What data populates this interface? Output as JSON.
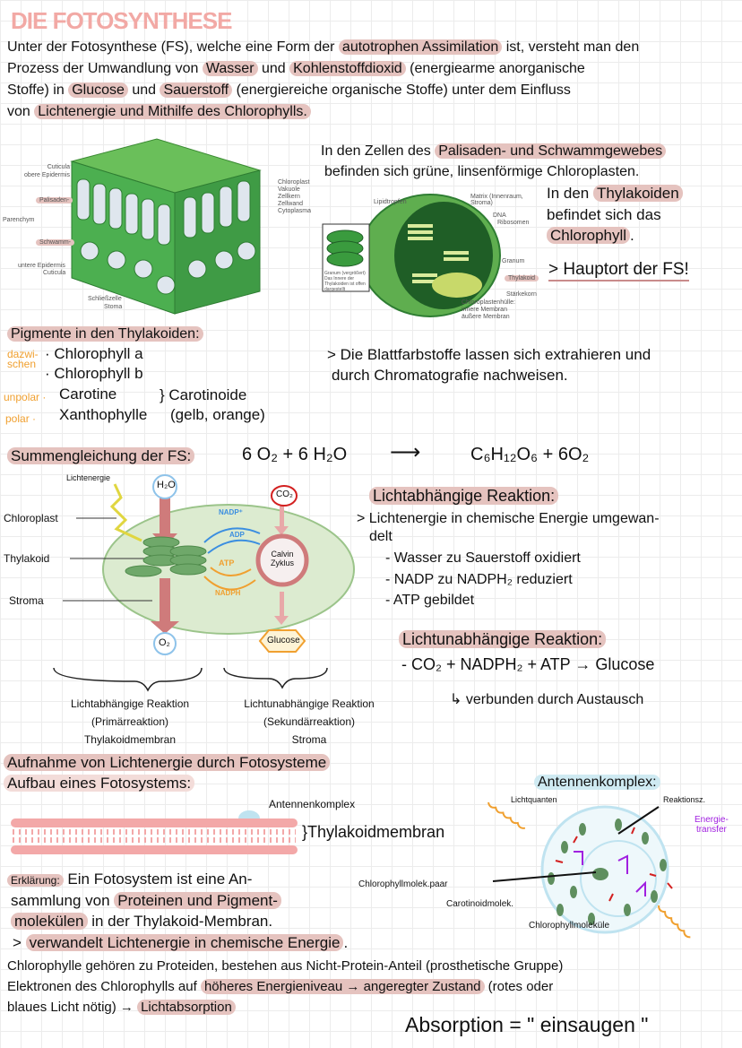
{
  "title": "DIE FOTOSYNTHESE",
  "intro": {
    "l1a": "Unter der Fotosynthese (FS), welche eine Form der ",
    "l1h": "autotrophen Assimilation",
    "l1b": " ist, versteht man den",
    "l2a": "Prozess der Umwandlung von ",
    "l2h1": "Wasser",
    "l2b": " und ",
    "l2h2": "Kohlenstoffdioxid",
    "l2c": " (energiearme anorganische",
    "l3a": "Stoffe) in ",
    "l3h1": "Glucose",
    "l3b": " und ",
    "l3h2": "Sauerstoff",
    "l3c": " (energiereiche organische Stoffe) unter dem Einfluss",
    "l4a": "von ",
    "l4h": "Lichtenergie und Mithilfe des Chlorophylls."
  },
  "leaf_diagram": {
    "labels_left": [
      "Cuticula",
      "obere Epidermis",
      "Palisaden-",
      "Parenchym",
      "Schwamm-",
      "untere Epidermis",
      "Cuticula"
    ],
    "labels_right": [
      "Chloroplast",
      "Vakuole",
      "Zellkern",
      "Zellwand",
      "Cytoplasma"
    ],
    "labels_bottom": [
      "Schließzelle",
      "Stoma"
    ],
    "colors": {
      "green": "#4caf50",
      "dark_green": "#2e7d32",
      "cell": "#dfe6ee"
    }
  },
  "chloroplast_text": {
    "l1a": "In den Zellen des ",
    "l1h": "Palisaden- und Schwammgewebes",
    "l2": "befinden sich grüne, linsenförmige Chloroplasten."
  },
  "chloroplast_diagram": {
    "labels": [
      "Lipidtropfen",
      "Matrix (Innenraum, Stroma)",
      "DNA",
      "Ribosomen",
      "Granum",
      "Thylakoid",
      "Stärkekorn",
      "Chloroplastenhülle:",
      "innere Membran",
      "äußere Membran"
    ],
    "inset_label": [
      "Granum (vergrößert)",
      "Das Innere der",
      "Thylakoiden ist offen",
      "dargestellt"
    ]
  },
  "thylakoid_text": {
    "l1a": "In den ",
    "l1h": "Thylakoiden",
    "l2": "befindet sich das",
    "l3h": "Chlorophyll",
    "l3b": ".",
    "hauptort": "> Hauptort der FS!"
  },
  "pigments": {
    "heading": "Pigmente in den Thylakoiden:",
    "items": [
      {
        "tag": "dazwi-",
        "name": "· Chlorophyll a"
      },
      {
        "tag": "schen",
        "name": "· Chlorophyll b"
      },
      {
        "tag": "unpolar ·",
        "name": "Carotine"
      },
      {
        "tag": "polar ·",
        "name": "Xanthophylle"
      }
    ],
    "group1": "} Carotinoide",
    "group2": "(gelb, orange)",
    "note1": "> Die Blattfarbstoffe lassen sich extrahieren und",
    "note2": "durch Chromatografie nachweisen."
  },
  "equation": {
    "label": "Summengleichung der FS:",
    "left": "6 O₂ + 6 H₂O",
    "arrow": "⟶",
    "right": "C₆H₁₂O₆ + 6O₂"
  },
  "process_diagram": {
    "labels_left": [
      "Chloroplast",
      "Thylakoid",
      "Stroma"
    ],
    "light": "Lichtenergie",
    "h2o": "H₂O",
    "co2": "CO₂",
    "o2": "O₂",
    "glucose": "Glucose",
    "nadp": "NADP⁺",
    "adp": "ADP",
    "atp": "ATP",
    "nadph": "NADPH",
    "calvin": [
      "Calvin",
      "Zyklus"
    ],
    "left_caption": [
      "Lichtabhängige Reaktion",
      "(Primärreaktion)",
      "Thylakoidmembran"
    ],
    "right_caption": [
      "Lichtunabhängige Reaktion",
      "(Sekundärreaktion)",
      "Stroma"
    ],
    "colors": {
      "arrow": "#cf7b7b",
      "blue": "#3b8ee0",
      "orange": "#f0a030",
      "chloroplast": "#dcebd0"
    }
  },
  "light_dep": {
    "heading": "Lichtabhängige Reaktion:",
    "l1": "> Lichtenergie in chemische Energie umgewan-",
    "l2": "delt",
    "items": [
      "- Wasser zu Sauerstoff oxidiert",
      "- NADP zu NADPH₂ reduziert",
      "- ATP gebildet"
    ]
  },
  "light_indep": {
    "heading": "Lichtunabhängige Reaktion:",
    "l1": "- CO₂ + NADPH₂ + ATP → Glucose",
    "l2": "↳ verbunden durch Austausch"
  },
  "fotosystem": {
    "heading": "Aufnahme von Lichtenergie durch Fotosysteme",
    "sub": "Aufbau eines Fotosystems:",
    "antenna_label": "Antennenkomplex",
    "membrane_label": "}Thylakoidmembran",
    "antenna_heading": "Antennenkomplex:",
    "antenna_labels": {
      "light": "Lichtquanten",
      "center": "Reaktionsz.",
      "transfer": "Energie-\ntransfer",
      "pair": "Chlorophyllmolek.paar",
      "carot": "Carotinoidmolek.",
      "chloro": "Chlorophyllmoleküle"
    }
  },
  "explanation": {
    "label": "Erklärung:",
    "l1": " Ein Fotosystem ist eine An-",
    "l2a": "sammlung von ",
    "l2h": "Proteinen und Pigment-",
    "l3h": "molekülen",
    "l3b": " in der Thylakoid-Membran.",
    "l4a": "> ",
    "l4h": "verwandelt Lichtenergie in chemische Energie",
    "l4b": ".",
    "l5": "Chlorophylle gehören zu Proteiden, bestehen aus Nicht-Protein-Anteil (prosthetische Gruppe)",
    "l6a": "Elektronen des Chlorophylls auf ",
    "l6h": "höheres Energieniveau → angeregter Zustand",
    "l6b": " (rotes oder",
    "l7a": "blaues Licht nötig) → ",
    "l7h": "Lichtabsorption",
    "absorption": "Absorption = \" einsaugen \""
  }
}
